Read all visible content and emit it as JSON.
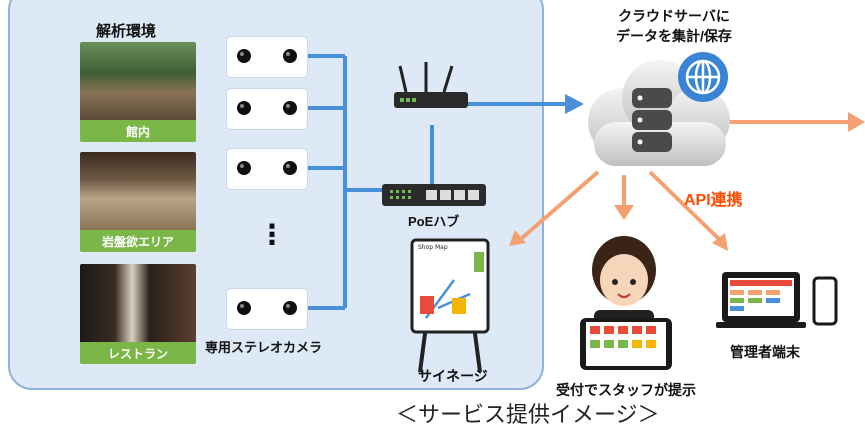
{
  "environment": {
    "title": "解析環境"
  },
  "locations": [
    {
      "caption": "館内"
    },
    {
      "caption": "岩盤欲エリア"
    },
    {
      "caption": "レストラン"
    }
  ],
  "camera_label": "専用ステレオカメラ",
  "ellipsis": "⋮",
  "hub_label": "PoEハブ",
  "cloud_label": {
    "line1": "クラウドサーバに",
    "line2": "データを集計/保存"
  },
  "api_label": "API連携",
  "signage": {
    "map_title": "Shop Map",
    "label": "サイネージ"
  },
  "reception_label": "受付でスタッフが提示",
  "admin_label": "管理者端末",
  "caption": "＜サービス提供イメージ＞",
  "colors": {
    "line_blue": "#4a90d9",
    "arrow_orange": "#f4a070",
    "api_red": "#ff4a00",
    "caption_green": "#7ab648"
  }
}
